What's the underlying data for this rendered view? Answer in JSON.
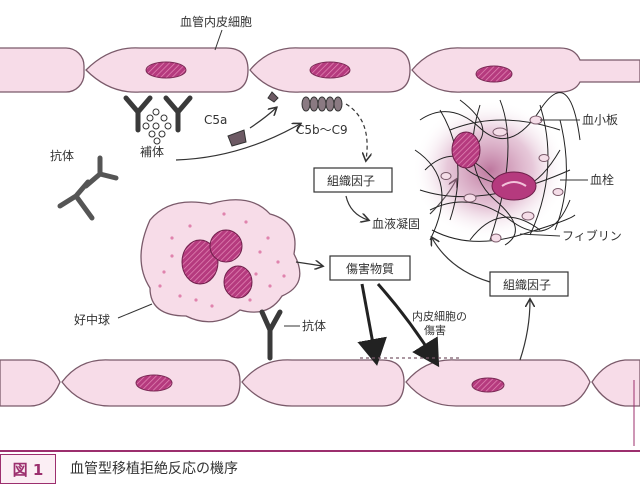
{
  "labels": {
    "endothelial_cell": "血管内皮細胞",
    "c5a": "C5a",
    "c5b_c9": "C5b～C9",
    "complement": "補体",
    "antibody_left": "抗体",
    "antibody_bottom": "抗体",
    "platelet": "血小板",
    "thrombus": "血栓",
    "fibrin": "フィブリン",
    "coagulation": "血液凝固",
    "neutrophil": "好中球",
    "endothelial_injury_line1": "内皮細胞の",
    "endothelial_injury_line2": "傷害"
  },
  "boxes": {
    "tissue_factor_upper": "組織因子",
    "tissue_factor_lower": "組織因子",
    "damaging_substance": "傷害物質"
  },
  "caption": {
    "badge": "図 1",
    "title": "血管型移植拒絶反応の機序"
  },
  "colors": {
    "cell_fill": "#f7dce8",
    "cell_stroke": "#7a5a6a",
    "nucleus": "#b53a7e",
    "accent": "#9c2f6e"
  }
}
